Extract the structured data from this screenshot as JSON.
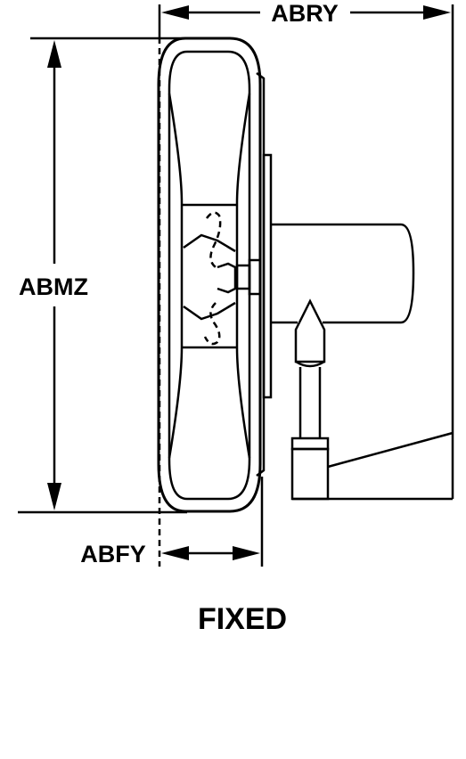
{
  "diagram": {
    "labels": {
      "width_overall": "ABRY",
      "height_overall": "ABMZ",
      "depth_wheel": "ABFY",
      "caption": "FIXED"
    },
    "colors": {
      "ink": "#000000",
      "background": "#ffffff"
    }
  }
}
